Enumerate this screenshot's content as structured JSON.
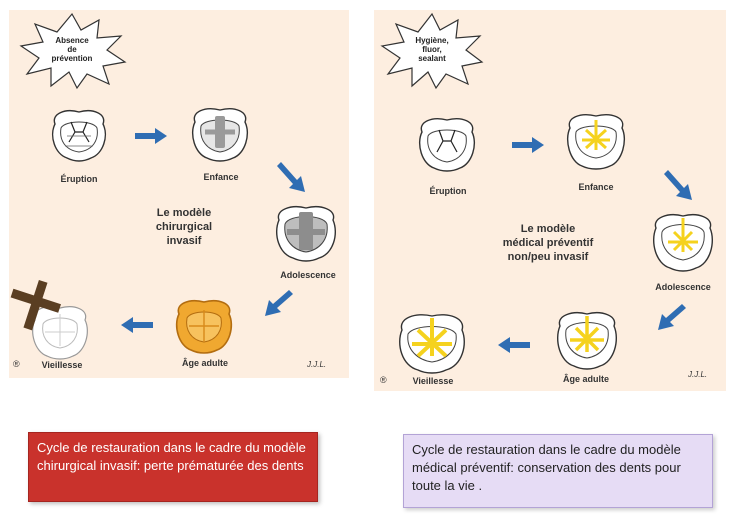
{
  "left_panel": {
    "burst_text": [
      "Absence",
      "de",
      "prévention"
    ],
    "model_text": [
      "Le modèle",
      "chirurgical",
      "invasif"
    ],
    "stages": {
      "eruption": "Éruption",
      "enfance": "Enfance",
      "adolescence": "Adolescence",
      "age_adulte": "Âge adulte",
      "vieillesse": "Vieillesse"
    },
    "signature": "J.J.L.",
    "corner_mark": "®"
  },
  "right_panel": {
    "burst_text": [
      "Hygiène,",
      "fluor,",
      "sealant"
    ],
    "model_text": [
      "Le modèle",
      "médical préventif",
      "non/peu invasif"
    ],
    "stages": {
      "eruption": "Éruption",
      "enfance": "Enfance",
      "adolescence": "Adolescence",
      "age_adulte": "Âge adulte",
      "vieillesse": "Vieillesse"
    },
    "signature": "J.J.L.",
    "corner_mark": "®"
  },
  "captions": {
    "left": "Cycle de restauration dans le cadre du modèle chirurgical invasif: perte prématurée des dents",
    "right": "Cycle de restauration dans le cadre du modèle médical préventif: conservation des dents pour toute la vie ."
  },
  "colors": {
    "panel_bg": "#fdeee0",
    "arrow_blue": "#2f6db3",
    "amalgam_grey": "#9a9a9a",
    "crown_gold": "#f0a830",
    "sealant_yellow": "#f5d21e",
    "cross_brown": "#5a3e22",
    "caption_left_bg": "#c9322c",
    "caption_right_bg": "#e6dcf5"
  }
}
